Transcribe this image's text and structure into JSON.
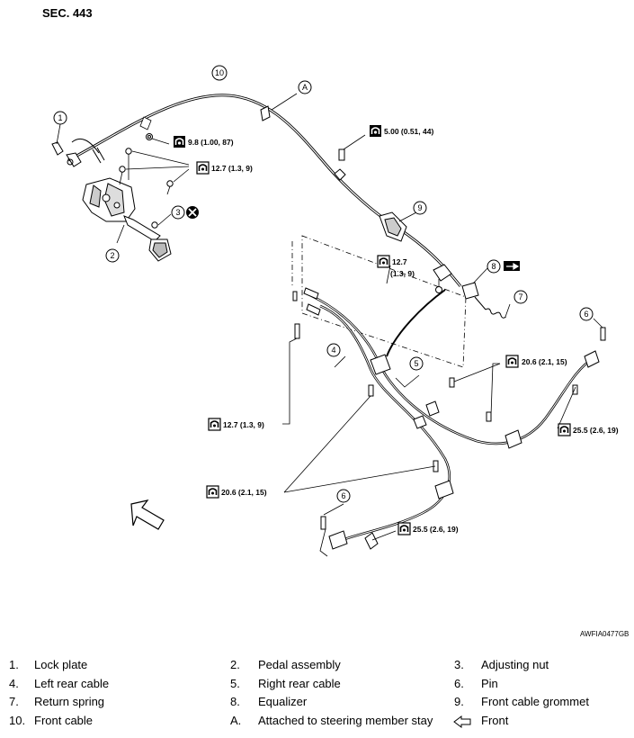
{
  "section": "SEC. 443",
  "image_code": "AWFIA0477GB",
  "callouts": {
    "c1": "1",
    "c2": "2",
    "c3": "3",
    "c4": "4",
    "c5": "5",
    "c6a": "6",
    "c6b": "6",
    "c7": "7",
    "c8": "8",
    "c9": "9",
    "c10": "10",
    "cA": "A"
  },
  "torques": {
    "t1": "9.8 (1.00, 87)",
    "t2": "12.7 (1.3, 9)",
    "t3": "5.00 (0.51, 44)",
    "t4a": "12.7",
    "t4b": "(1.3, 9)",
    "t5": "20.6 (2.1, 15)",
    "t6": "25.5 (2.6, 19)",
    "t7": "12.7 (1.3, 9)",
    "t8": "20.6 (2.1, 15)",
    "t9": "25.5 (2.6, 19)"
  },
  "legend": [
    {
      "num": "1.",
      "label": "Lock plate"
    },
    {
      "num": "2.",
      "label": "Pedal assembly"
    },
    {
      "num": "3.",
      "label": "Adjusting nut"
    },
    {
      "num": "4.",
      "label": "Left rear cable"
    },
    {
      "num": "5.",
      "label": "Right rear cable"
    },
    {
      "num": "6.",
      "label": "Pin"
    },
    {
      "num": "7.",
      "label": "Return spring"
    },
    {
      "num": "8.",
      "label": "Equalizer"
    },
    {
      "num": "9.",
      "label": "Front cable grommet"
    },
    {
      "num": "10.",
      "label": "Front cable"
    },
    {
      "num": "A.",
      "label": "Attached to steering member stay"
    },
    {
      "num": "",
      "label": "Front",
      "icon": "front-arrow-icon"
    }
  ]
}
